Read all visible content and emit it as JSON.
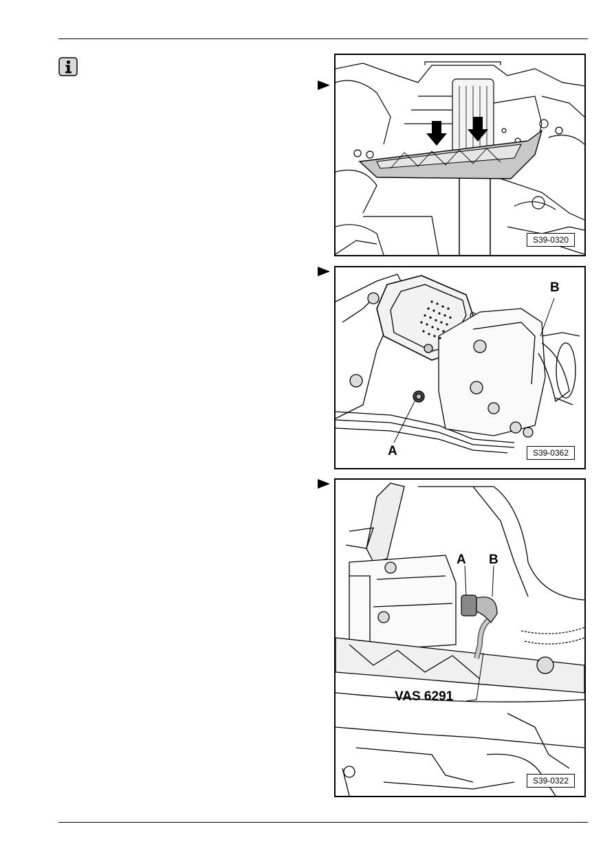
{
  "figures": [
    {
      "code": "S39-0320",
      "labels": []
    },
    {
      "code": "S39-0362",
      "labels": [
        {
          "text": "B"
        },
        {
          "text": "A"
        }
      ]
    },
    {
      "code": "S39-0322",
      "labels": [
        {
          "text": "A"
        },
        {
          "text": "B"
        },
        {
          "text": "VAS 6291"
        }
      ]
    }
  ],
  "icons": {
    "info": "info-icon",
    "pointer": "pointer-arrow-icon",
    "arrow": "arrow-down-icon"
  }
}
